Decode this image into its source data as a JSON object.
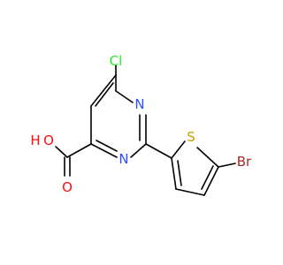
{
  "molecule": {
    "atoms": {
      "cl": {
        "label": "Cl",
        "color": "#1ff01f"
      },
      "n1": {
        "label": "N",
        "color": "#3050f8"
      },
      "n3": {
        "label": "N",
        "color": "#3050f8"
      },
      "s": {
        "label": "S",
        "color": "#c8a000"
      },
      "br": {
        "label": "Br",
        "color": "#a62929"
      },
      "oh": {
        "label": "O",
        "color": "#ff0d0d"
      },
      "h": {
        "label": "H",
        "color": "#ff0d0d"
      },
      "o_double": {
        "label": "O",
        "color": "#ff0d0d"
      }
    }
  }
}
